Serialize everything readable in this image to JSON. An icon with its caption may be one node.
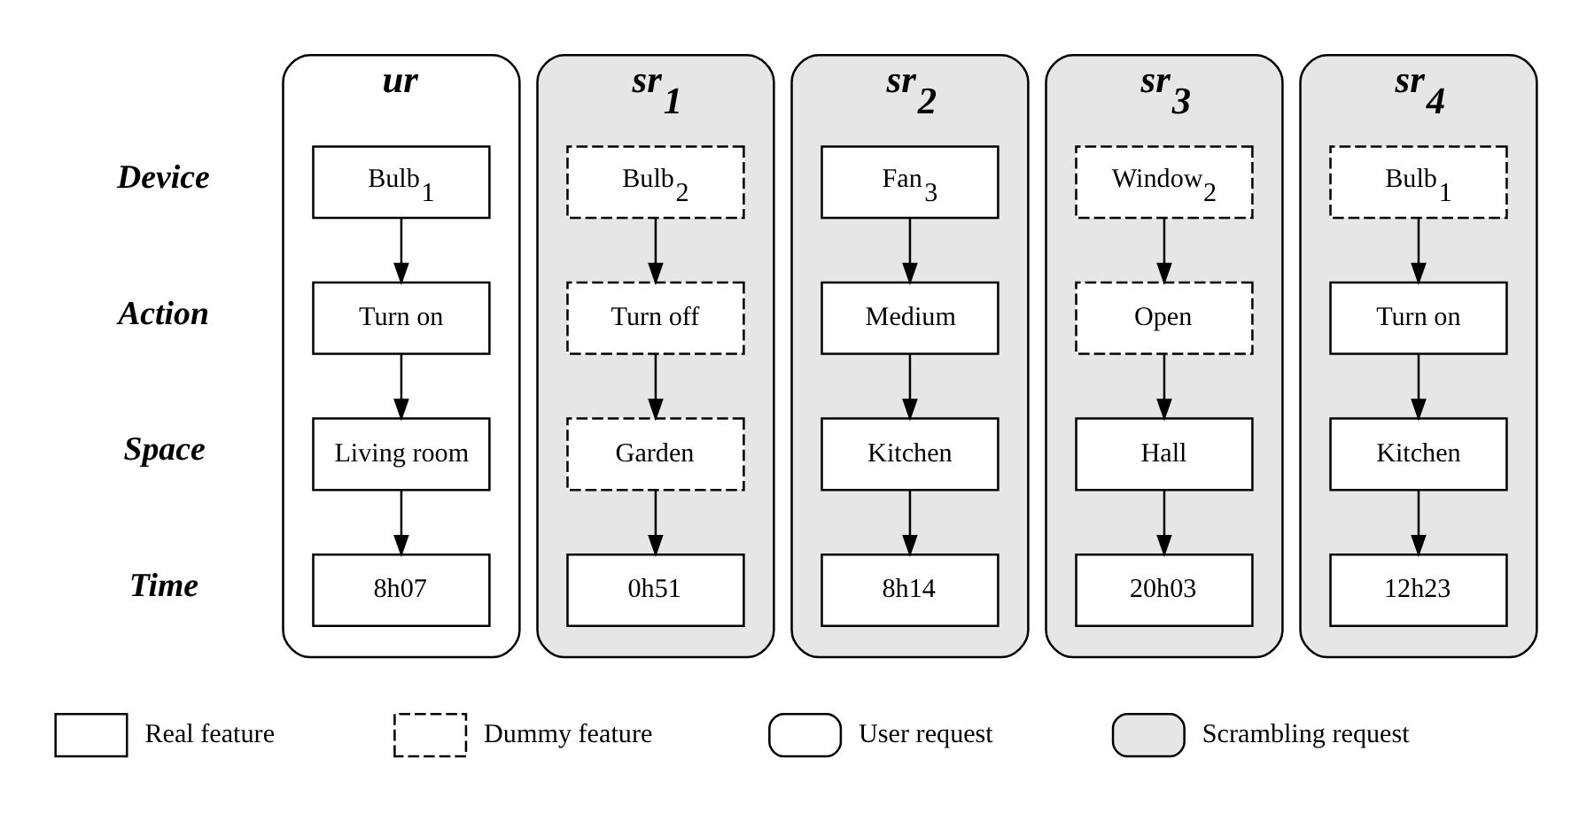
{
  "diagram": {
    "nodes": [
      {
        "text": [
          "ur"
        ]
      },
      {
        "text": [
          "Bulb$_{1}$"
        ],
        "in": 0
      },
      {
        "text": [
          "Turn on"
        ],
        "in": 0
      },
      {
        "text": [
          "Living room"
        ],
        "in": 0
      },
      {
        "text": [
          "8h07"
        ],
        "in": 0
      },
      {
        "text": [
          "sr$_{1}$"
        ]
      },
      {
        "text": [
          "Bulb$_{2}$"
        ],
        "in": 5
      },
      {
        "text": [
          "Turn off"
        ],
        "in": 5
      },
      {
        "text": [
          "Garden"
        ],
        "in": 5
      },
      {
        "text": [
          "0h51"
        ],
        "in": 5
      },
      {
        "text": [
          "sr$_{2}$"
        ]
      },
      {
        "text": [
          "Fan$_{3}$"
        ],
        "in": 10
      },
      {
        "text": [
          "Medium"
        ],
        "in": 10
      },
      {
        "text": [
          "Kitchen"
        ],
        "in": 10
      },
      {
        "text": [
          "8h14"
        ],
        "in": 10
      },
      {
        "text": [
          "sr$_{3}$"
        ]
      },
      {
        "text": [
          "Window$_{2}$"
        ],
        "in": 15
      },
      {
        "text": [
          "Open"
        ],
        "in": 15
      },
      {
        "text": [
          "Hall"
        ],
        "in": 15
      },
      {
        "text": [
          "20h03"
        ],
        "in": 15
      },
      {
        "text": [
          "sr$_{4}$"
        ]
      },
      {
        "text": [
          "Bulb$_{1}$"
        ],
        "in": 20
      },
      {
        "text": [
          "Turn on"
        ],
        "in": 20
      },
      {
        "text": [
          "Kitchen"
        ],
        "in": 20
      },
      {
        "text": [
          "12h23"
        ],
        "in": 20
      }
    ],
    "edges": [
      {
        "from": 1,
        "to": 2,
        "arrow": "to"
      },
      {
        "from": 2,
        "to": 3,
        "arrow": "to"
      },
      {
        "from": 3,
        "to": 4,
        "arrow": "to"
      },
      {
        "from": 6,
        "to": 7,
        "arrow": "to"
      },
      {
        "from": 7,
        "to": 8,
        "arrow": "to"
      },
      {
        "from": 8,
        "to": 9,
        "arrow": "to"
      },
      {
        "from": 11,
        "to": 12,
        "arrow": "to"
      },
      {
        "from": 12,
        "to": 13,
        "arrow": "to"
      },
      {
        "from": 13,
        "to": 14,
        "arrow": "to"
      },
      {
        "from": 16,
        "to": 17,
        "arrow": "to"
      },
      {
        "from": 17,
        "to": 18,
        "arrow": "to"
      },
      {
        "from": 18,
        "to": 19,
        "arrow": "to"
      },
      {
        "from": 21,
        "to": 22,
        "arrow": "to"
      },
      {
        "from": 22,
        "to": 23,
        "arrow": "to"
      },
      {
        "from": 23,
        "to": 24,
        "arrow": "to"
      }
    ],
    "labels": [
      "Device",
      "Action",
      "Space",
      "Time"
    ],
    "legend": [
      {
        "text": "Real feature"
      },
      {
        "text": "Dummy feature"
      },
      {
        "text": "User request"
      },
      {
        "text": "Scrambling request"
      }
    ]
  }
}
